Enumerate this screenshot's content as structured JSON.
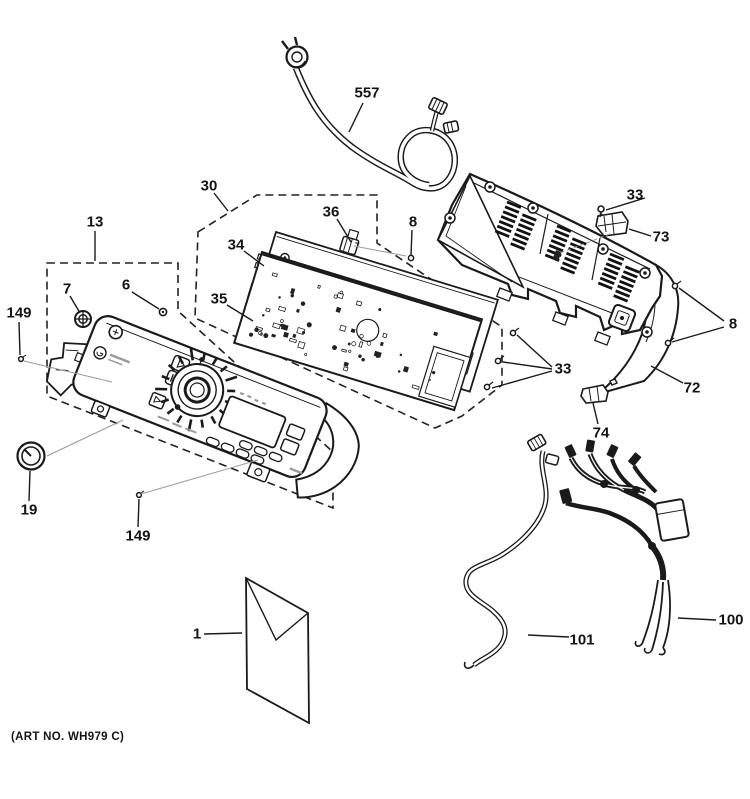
{
  "diagram": {
    "art_no": "(ART NO. WH979 C)",
    "background": "#ffffff",
    "ink_color": "#1a1a1a",
    "leader_color": "#9a9a9a",
    "callouts": {
      "c557": "557",
      "c30": "30",
      "c33a": "33",
      "c13": "13",
      "c36": "36",
      "c8a": "8",
      "c73": "73",
      "c34": "34",
      "c7": "7",
      "c6": "6",
      "c35": "35",
      "c149a": "149",
      "c8b": "8",
      "c33b": "33",
      "c72": "72",
      "c74": "74",
      "c19": "19",
      "c149b": "149",
      "c1": "1",
      "c101": "101",
      "c100": "100"
    }
  }
}
